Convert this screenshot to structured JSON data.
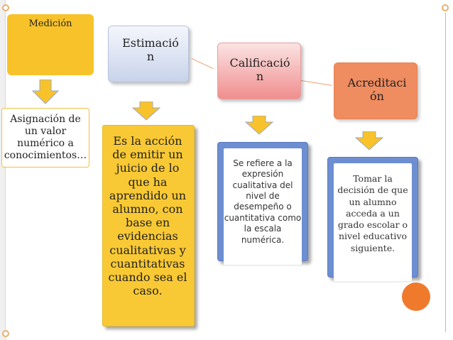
{
  "boxes": {
    "medicion": "Medición",
    "estimacion": "Estimació n",
    "calificacion": "Calificació n",
    "acreditacion": "Acreditaci ón"
  },
  "descriptions": {
    "asignacion": "Asignación de un valor numérico a conocimientos…",
    "estimacion": "Es la acción de emitir un juicio de lo que ha aprendido un alumno, con base en evidencias cualitativas y cuantitativas cuando sea el caso.",
    "calificacion": "Se refiere a la expresión cualitativa del nivel de desempeño o cuantitativa como la escala numérica.",
    "acreditacion": "Tomar  la decisión de que un alumno acceda a un grado escolar o nivel educativo siguiente."
  },
  "colors": {
    "yellow": "#f8c32a",
    "orange_accent": "#f07a2c",
    "blue_card": "#6d8ed0",
    "arrow_fill": "#f8c32a"
  },
  "icons": [
    "down-arrow-icon"
  ]
}
